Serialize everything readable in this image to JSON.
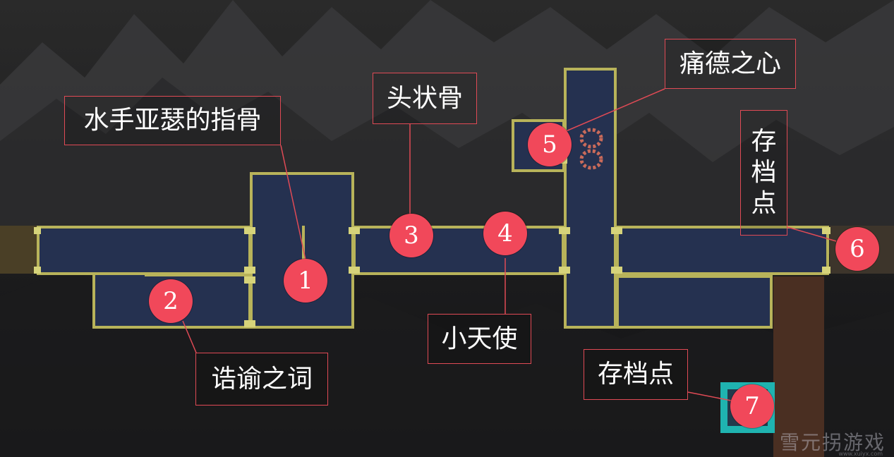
{
  "map": {
    "colors": {
      "room_fill": "#253150",
      "room_border": "#b8b35a",
      "door_border": "#d6d37a",
      "shaft_brown": "#4a2f22",
      "exit_left": "#4a3f26",
      "exit_right": "#3d352b",
      "save_room": "#1fb3b0",
      "marker": "#f1485a",
      "label_border": "#e04a55"
    }
  },
  "labels": {
    "finger_bone": "水手亚瑟的指骨",
    "head_bone": "头状骨",
    "heart": "痛德之心",
    "save_top": [
      "存",
      "档",
      "点"
    ],
    "oracle": "诰谕之词",
    "cherub": "小天使",
    "save_bottom": "存档点"
  },
  "markers": [
    "1",
    "2",
    "3",
    "4",
    "5",
    "6",
    "7"
  ],
  "watermark": {
    "text": "雪元拐游戏",
    "url": "www.xuiyx.com"
  }
}
